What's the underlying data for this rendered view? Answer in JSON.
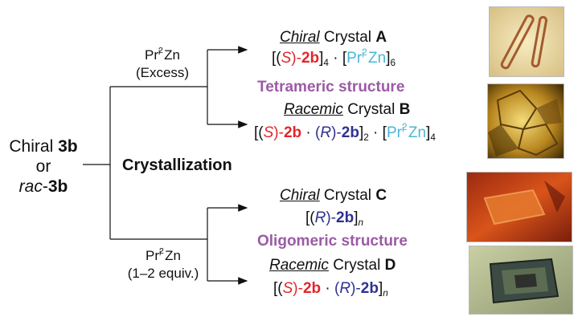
{
  "start": {
    "line1_prefix": "Chiral",
    "line1_compound": "3b",
    "line2": "or",
    "line3_prefix": "rac",
    "line3_sep": "-",
    "line3_compound": "3b"
  },
  "process": "Crystallization",
  "upper_reagent": {
    "pr": "Pr",
    "i": "i",
    "two": "2",
    "zn": "Zn",
    "amount": "(Excess)"
  },
  "lower_reagent": {
    "pr": "Pr",
    "i": "i",
    "two": "2",
    "zn": "Zn",
    "amount": "(1–2 equiv.)"
  },
  "crystal_A": {
    "descriptor": "Chiral",
    "word": "Crystal",
    "letter": "A",
    "formula": {
      "open": "[(",
      "S": "S",
      "close_paren": ")-",
      "ligand": "2b",
      "close": "]",
      "sub1": "4",
      "dot": " · ",
      "open2": "[",
      "pr": "Pr",
      "i": "i",
      "two": "2",
      "zn": "Zn",
      "close2": "]",
      "sub2": "6"
    }
  },
  "tetrameric": "Tetrameric structure",
  "crystal_B": {
    "descriptor": "Racemic",
    "word": "Crystal",
    "letter": "B",
    "formula": {
      "open": "[(",
      "S": "S",
      "p1": ")-",
      "l1": "2b",
      "dot": " · ",
      "open_r": "(",
      "R": "R",
      "p2": ")-",
      "l2": "2b",
      "close": "]",
      "sub1": "2",
      "dot2": " · ",
      "open2": "[",
      "pr": "Pr",
      "i": "i",
      "two": "2",
      "zn": "Zn",
      "close2": "]",
      "sub2": "4"
    }
  },
  "crystal_C": {
    "descriptor": "Chiral",
    "word": "Crystal",
    "letter": "C",
    "formula": {
      "open": "[(",
      "R": "R",
      "p": ")-",
      "l": "2b",
      "close": "]",
      "n": "n"
    }
  },
  "oligomeric": "Oligomeric structure",
  "crystal_D": {
    "descriptor": "Racemic",
    "word": "Crystal",
    "letter": "D",
    "formula": {
      "open": "[(",
      "S": "S",
      "p1": ")-",
      "l1": "2b",
      "dot": " · ",
      "open_r": "(",
      "R": "R",
      "p2": ")-",
      "l2": "2b",
      "close": "]",
      "n": "n"
    }
  },
  "colors": {
    "red": "#e3262b",
    "blue": "#2e3192",
    "cyan": "#4bb6d6",
    "purple": "#9b5ba5"
  }
}
